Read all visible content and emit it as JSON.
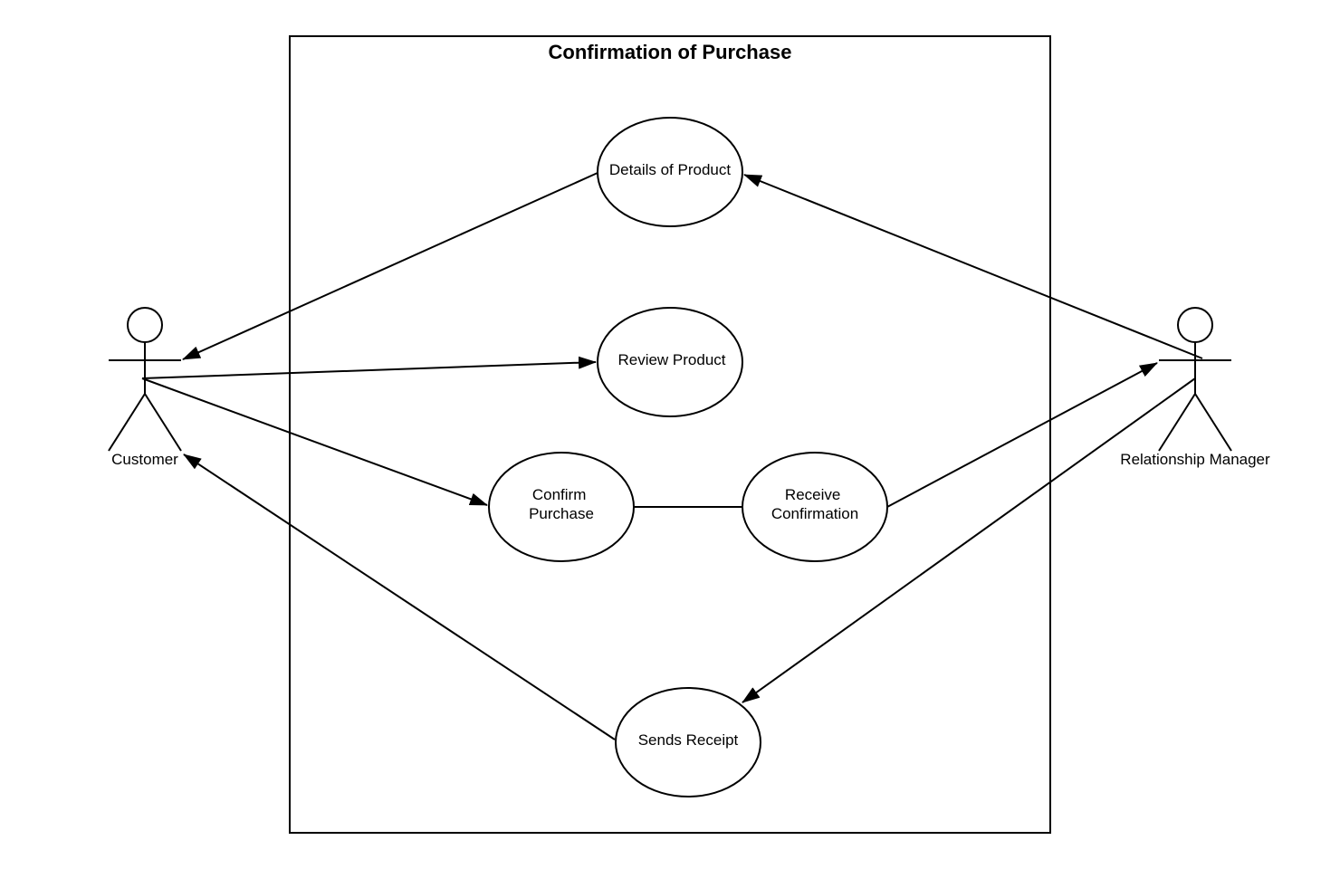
{
  "system": {
    "title": "Confirmation of Purchase"
  },
  "actors": [
    {
      "id": "customer",
      "label": "Customer"
    },
    {
      "id": "relationship_manager",
      "label": "Relationship Manager"
    }
  ],
  "use_cases": [
    {
      "id": "details_of_product",
      "lines": [
        "Details of Product"
      ]
    },
    {
      "id": "review_product",
      "lines": [
        "Review Product"
      ]
    },
    {
      "id": "confirm_purchase",
      "lines": [
        "Confirm",
        "Purchase"
      ]
    },
    {
      "id": "receive_confirmation",
      "lines": [
        "Receive",
        "Confirmation"
      ]
    },
    {
      "id": "sends_receipt",
      "lines": [
        "Sends Receipt"
      ]
    }
  ],
  "relationships": [
    {
      "from": "details_of_product",
      "to": "customer",
      "arrow": true
    },
    {
      "from": "customer",
      "to": "review_product",
      "arrow": true
    },
    {
      "from": "customer",
      "to": "confirm_purchase",
      "arrow": true
    },
    {
      "from": "sends_receipt",
      "to": "customer",
      "arrow": true
    },
    {
      "from": "relationship_manager",
      "to": "details_of_product",
      "arrow": true
    },
    {
      "from": "receive_confirmation",
      "to": "relationship_manager",
      "arrow": true
    },
    {
      "from": "relationship_manager",
      "to": "sends_receipt",
      "arrow": true
    },
    {
      "from": "confirm_purchase",
      "to": "receive_confirmation",
      "arrow": false
    }
  ],
  "colors": {
    "stroke": "#000000",
    "background": "#ffffff"
  }
}
